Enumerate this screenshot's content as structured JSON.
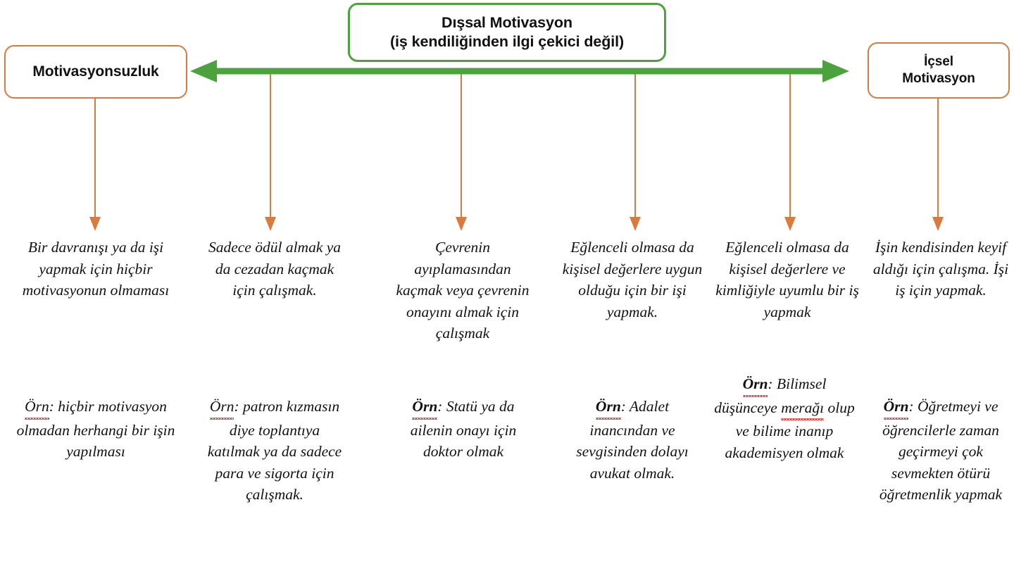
{
  "diagram": {
    "title_box": {
      "line1": "Dışsal Motivasyon",
      "line2": "(iş kendiliğinden ilgi çekici değil)",
      "border_color": "#4CA33D"
    },
    "left_box": {
      "label": "Motivasyonsuzluk",
      "border_color": "#D97A3E"
    },
    "right_box": {
      "line1": "İçsel",
      "line2": "Motivasyon",
      "border_color": "#D97A3E"
    },
    "axis": {
      "color": "#4CA33D",
      "type": "double-headed-arrow",
      "direction": "left-right"
    },
    "connector_color": "#D97A3E",
    "columns": [
      {
        "description": "Bir davranışı ya da işi yapmak için hiçbir motivasyonun olmaması",
        "example_prefix": "Örn",
        "example_prefix_bold": false,
        "example_text": ": hiçbir motivasyon olmadan herhangi bir işin yapılması"
      },
      {
        "description": "Sadece ödül almak ya da cezadan kaçmak için çalışmak.",
        "example_prefix": "Örn",
        "example_prefix_bold": false,
        "example_text": ": patron kızmasın diye toplantıya katılmak ya da sadece para ve sigorta için çalışmak."
      },
      {
        "description": "Çevrenin ayıplamasından kaçmak veya çevrenin onayını almak için çalışmak",
        "example_prefix": "Örn",
        "example_prefix_bold": true,
        "example_text": ": Statü ya da ailenin onayı için doktor olmak"
      },
      {
        "description": "Eğlenceli olmasa da  kişisel değerlere uygun olduğu için bir işi yapmak.",
        "example_prefix": "Örn",
        "example_prefix_bold": true,
        "example_text": ": Adalet inancından ve sevgisinden dolayı avukat olmak."
      },
      {
        "description": "Eğlenceli olmasa da kişisel değerlere ve kimliğiyle uyumlu bir iş yapmak",
        "example_prefix": "Örn",
        "example_prefix_bold": true,
        "example_text": ": Bilimsel düşünceye ",
        "example_misspelled": "merağı",
        "example_text_2": " olup ve bilime inanıp akademisyen olmak"
      },
      {
        "description": "İşin kendisinden keyif aldığı için çalışma. İşi iş için yapmak.",
        "example_prefix": "Örn",
        "example_prefix_bold": true,
        "example_text": ": Öğretmeyi ve öğrencilerle zaman geçirmeyi çok sevmekten ötürü öğretmenlik yapmak"
      }
    ]
  }
}
